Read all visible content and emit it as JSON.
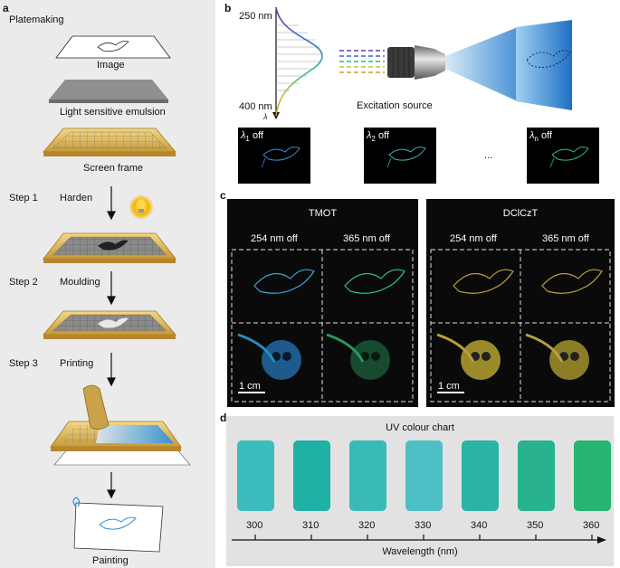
{
  "panel_a": {
    "label": "a",
    "title": "Platemaking",
    "image": "Image",
    "emulsion": "Light sensitive emulsion",
    "screen_frame": "Screen frame",
    "step1": "Step 1",
    "harden": "Harden",
    "step2": "Step 2",
    "moulding": "Moulding",
    "step3": "Step 3",
    "printing": "Printing",
    "painting": "Painting"
  },
  "panel_b": {
    "label": "b",
    "wl_top": "250 nm",
    "wl_bottom": "400 nm",
    "lambda_symbol": "λ",
    "source": "Excitation source",
    "l1": "λ",
    "l1_sub": "1",
    "l2": "λ",
    "l2_sub": "2",
    "ln": "λ",
    "ln_sub": "n",
    "off": "off",
    "ellipsis": "..."
  },
  "panel_c": {
    "label": "c",
    "tmot": "TMOT",
    "dclczt": "DClCzT",
    "off254_a": "254 nm off",
    "off365_a": "365 nm off",
    "off254_b": "254 nm off",
    "off365_b": "365 nm off",
    "scale_a": "1 cm",
    "scale_b": "1 cm"
  },
  "panel_d": {
    "label": "d",
    "title": "UV colour chart",
    "xlabel": "Wavelength (nm)",
    "ticks": [
      "300",
      "310",
      "320",
      "330",
      "340",
      "350",
      "360"
    ],
    "colors": [
      "#3dbcbd",
      "#1fb1a6",
      "#3ab9b9",
      "#4cc0c4",
      "#2ab4a3",
      "#28b38e",
      "#26b573"
    ]
  }
}
